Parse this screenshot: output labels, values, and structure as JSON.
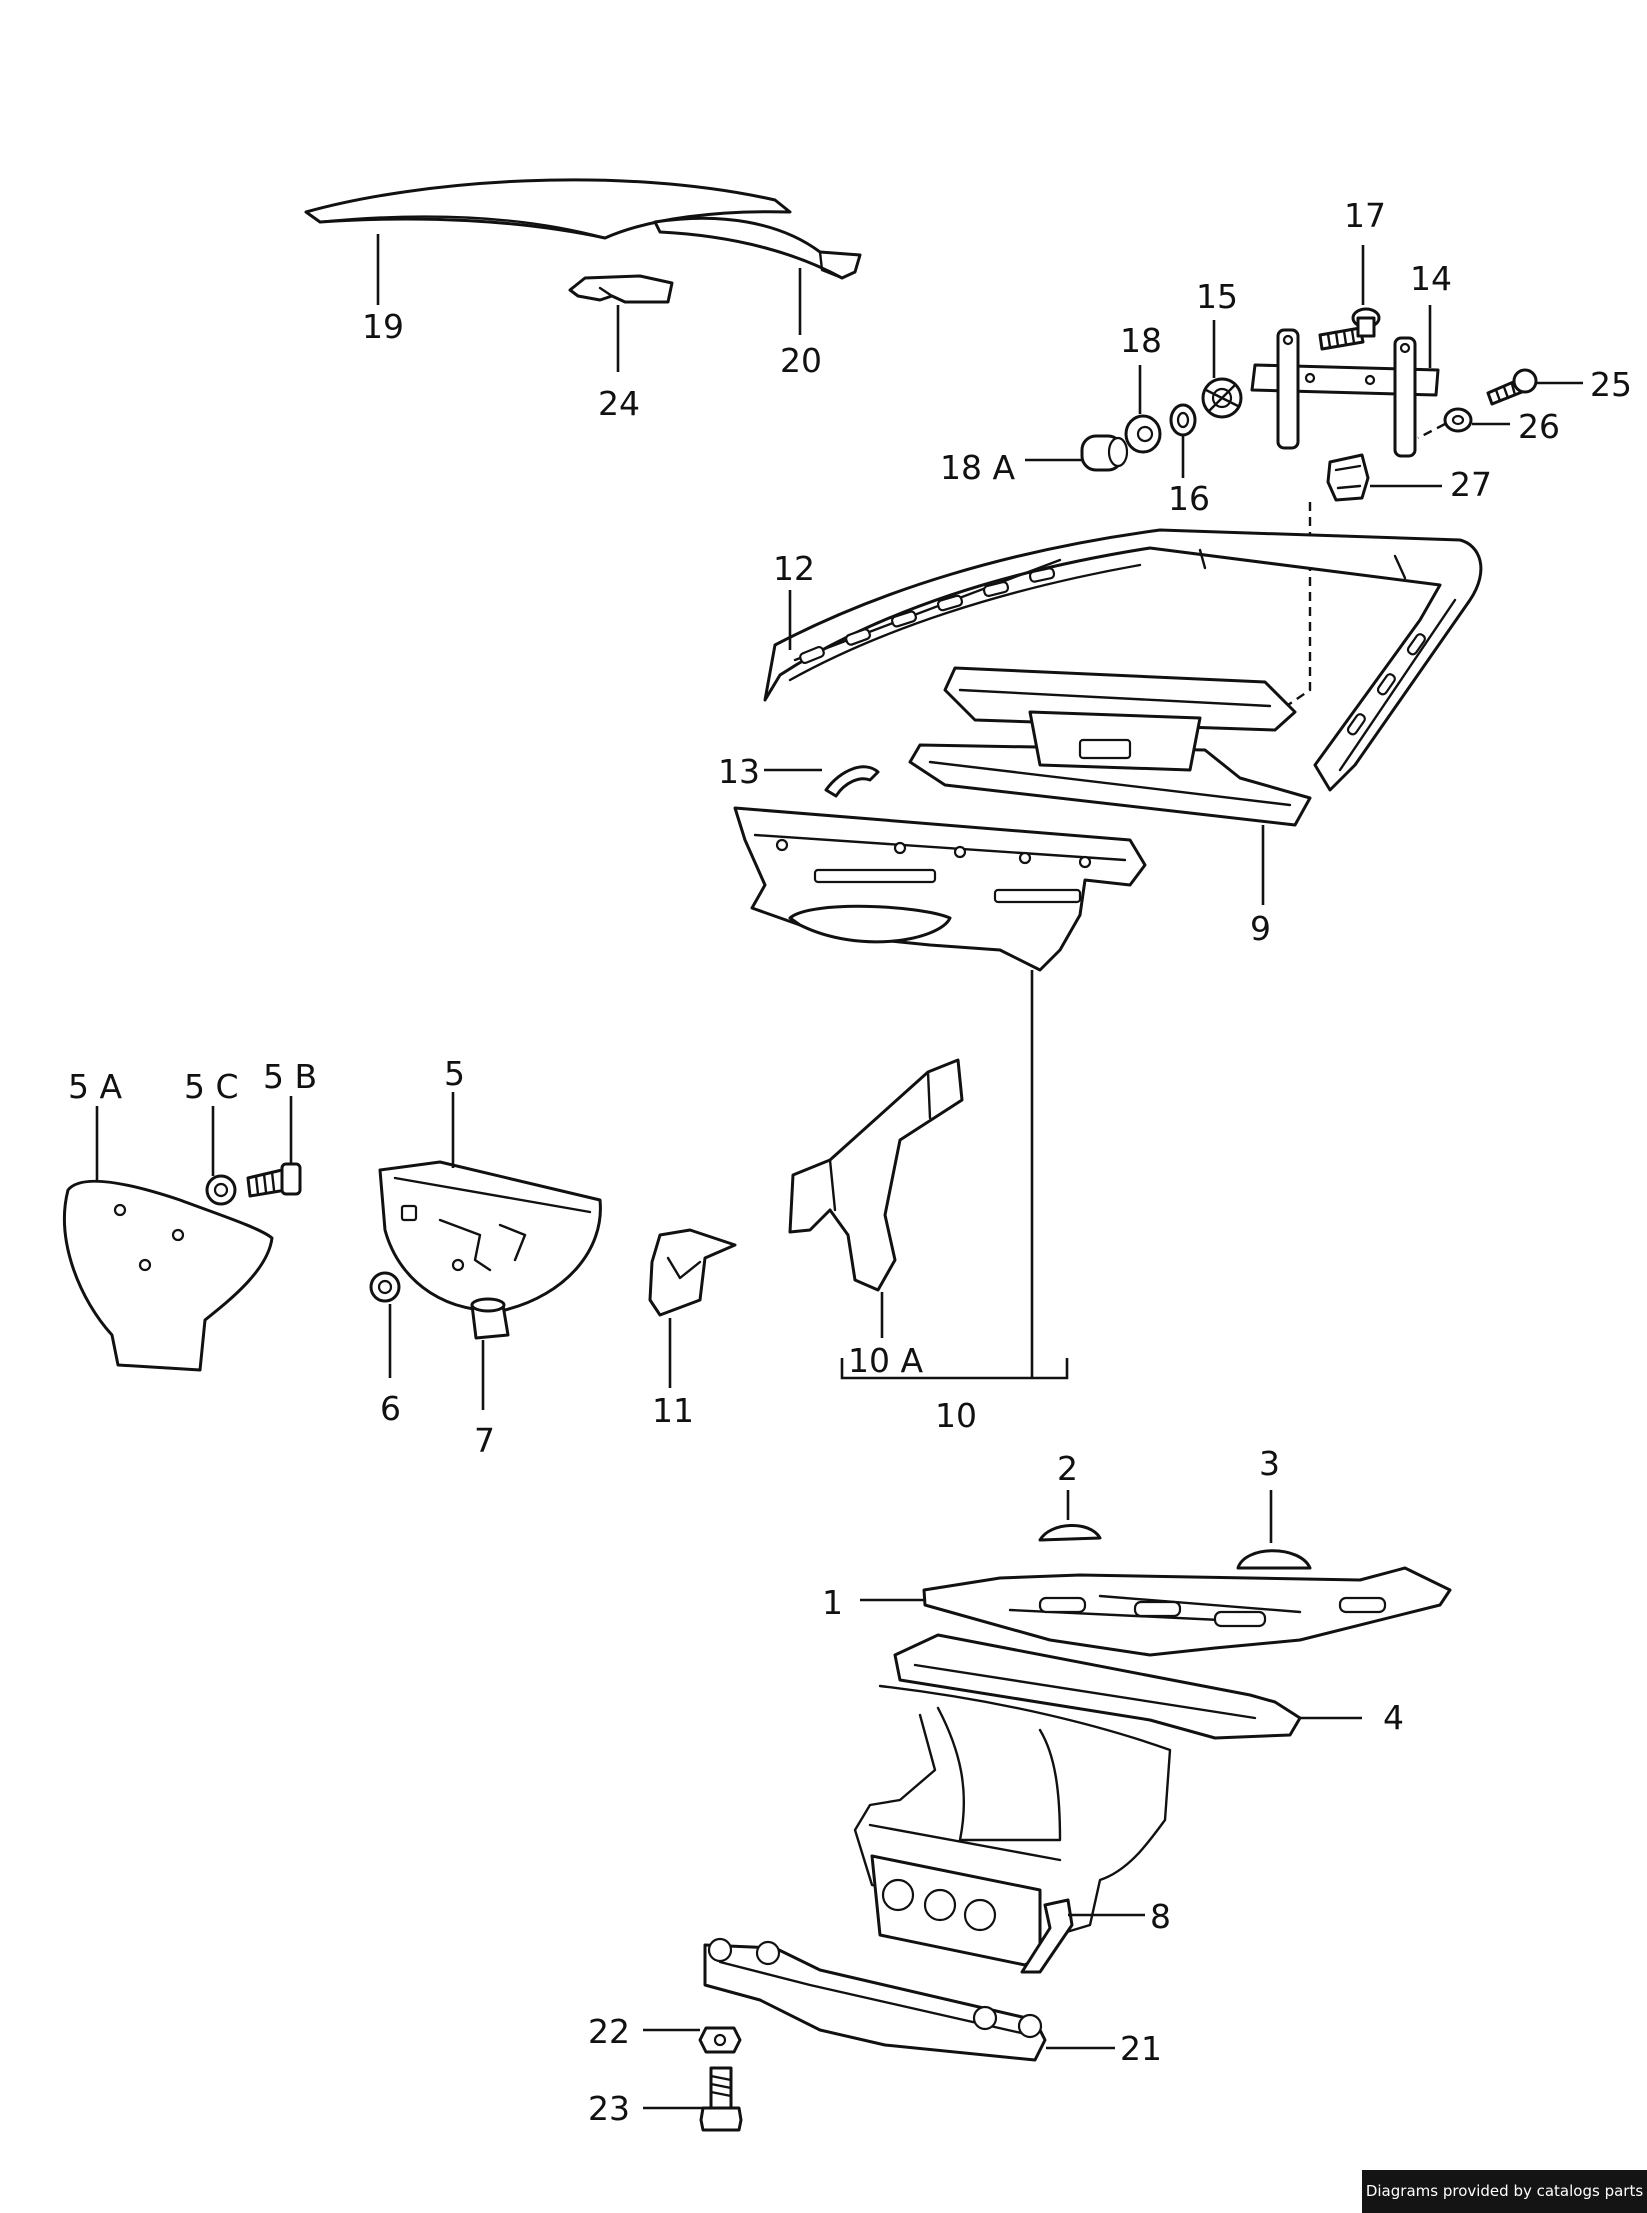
{
  "callouts": {
    "c1": "1",
    "c2": "2",
    "c3": "3",
    "c4": "4",
    "c5": "5",
    "c5a": "5 A",
    "c5b": "5 B",
    "c5c": "5 C",
    "c6": "6",
    "c7": "7",
    "c8": "8",
    "c9": "9",
    "c10": "10",
    "c10a": "10 A",
    "c11": "11",
    "c12": "12",
    "c13": "13",
    "c14": "14",
    "c15": "15",
    "c16": "16",
    "c17": "17",
    "c18": "18",
    "c18a": "18 A",
    "c19": "19",
    "c20": "20",
    "c21": "21",
    "c22": "22",
    "c23": "23",
    "c24": "24",
    "c25": "25",
    "c26": "26",
    "c27": "27"
  },
  "footer": {
    "credit": "Diagrams provided by catalogs parts"
  }
}
